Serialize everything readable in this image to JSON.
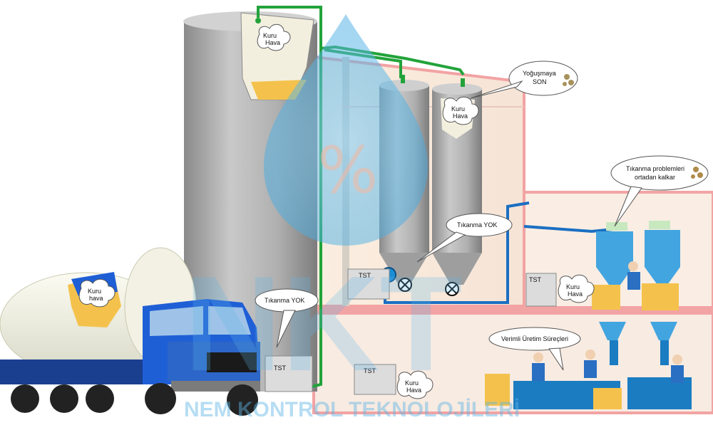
{
  "labels": {
    "silo_air": [
      "Kuru",
      "Hava"
    ],
    "truck_air": [
      "Kuru",
      "hava"
    ],
    "silo2_air": [
      "Kuru",
      "Hava"
    ],
    "mid_air": [
      "Kuru",
      "Hava"
    ],
    "low_air": [
      "Kuru",
      "Hava"
    ],
    "condensation": [
      "Yoğuşmaya",
      "SON"
    ],
    "clog_issue": [
      "Tıkanma problemleri",
      "ortadan kalkar"
    ],
    "no_clog_top": "Tıkanma YOK",
    "no_clog_bottom": "Tıkanma YOK",
    "efficient": "Verimli Üretim Süreçleri",
    "brand_letters": "NKT",
    "brand_text": "NEM KONTROL TEKNOLOJİLERİ",
    "unit_mark": "TST"
  },
  "colors": {
    "pipe": "#22a33a",
    "truck": "#1f5fd6",
    "wall": "#f2a3a3",
    "machine": "#1b8fd6",
    "hopper": "#f4c24c",
    "silo": "#a9a9a9",
    "watermark": "#5fb6e6"
  }
}
